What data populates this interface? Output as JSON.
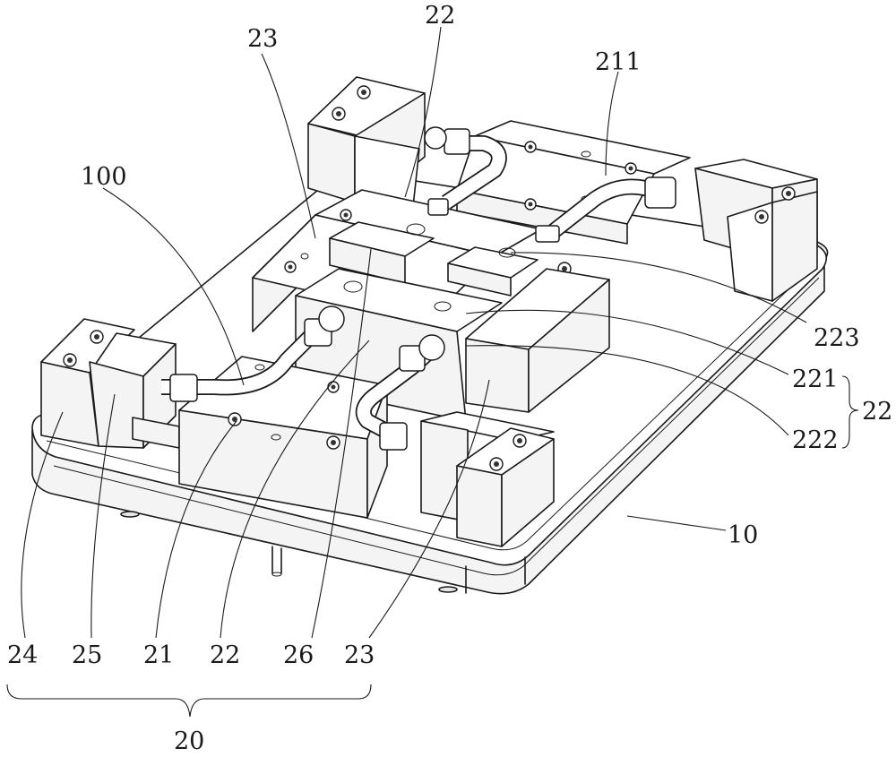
{
  "labels": {
    "ref_23_top": "23",
    "ref_22_top": "22",
    "ref_211": "211",
    "ref_100": "100",
    "ref_223": "223",
    "ref_221": "221",
    "ref_222": "222",
    "ref_22_group": "22",
    "ref_10": "10",
    "ref_24": "24",
    "ref_25": "25",
    "ref_21": "21",
    "ref_22_bottom": "22",
    "ref_26": "26",
    "ref_23_bottom": "23",
    "ref_20": "20"
  }
}
